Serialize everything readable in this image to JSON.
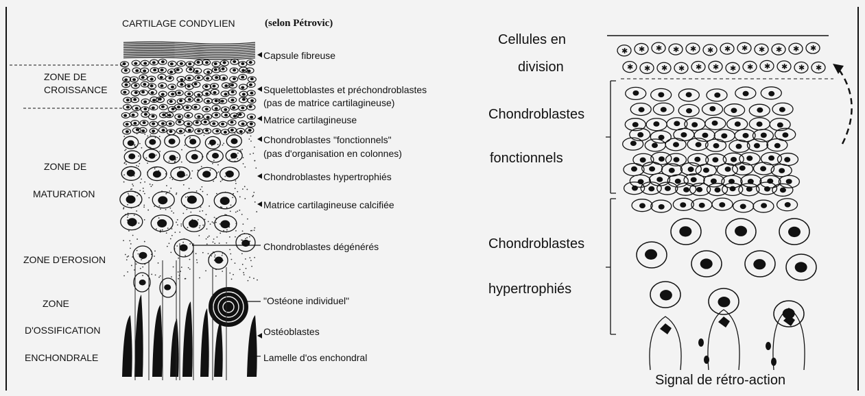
{
  "left": {
    "title": "CARTILAGE CONDYLIEN",
    "title_suffix": "(selon Pétrovic)",
    "zones": {
      "croissance": [
        "ZONE DE",
        "CROISSANCE"
      ],
      "maturation": [
        "ZONE DE",
        "MATURATION"
      ],
      "erosion": "ZONE D'EROSION",
      "ossification": [
        "ZONE",
        "D'OSSIFICATION",
        "ENCHONDRALE"
      ]
    },
    "labels": [
      "Capsule fibreuse",
      "Squelettoblastes et préchondroblastes",
      "(pas de matrice cartilagineuse)",
      "Matrice cartilagineuse",
      "Chondroblastes \"fonctionnels\"",
      "(pas d'organisation en colonnes)",
      "Chondroblastes hypertrophiés",
      "Matrice cartilagineuse calcifiée",
      "Chondroblastes dégénérés",
      "\"Ostéone individuel\"",
      "Ostéoblastes",
      "Lamelle d'os enchondral"
    ]
  },
  "right": {
    "labels": {
      "division": [
        "Cellules en",
        "division"
      ],
      "fonctionnels": [
        "Chondroblastes",
        "fonctionnels"
      ],
      "hypertrophies": [
        "Chondroblastes",
        "hypertrophiés"
      ],
      "signal": "Signal de rétro-action"
    }
  }
}
